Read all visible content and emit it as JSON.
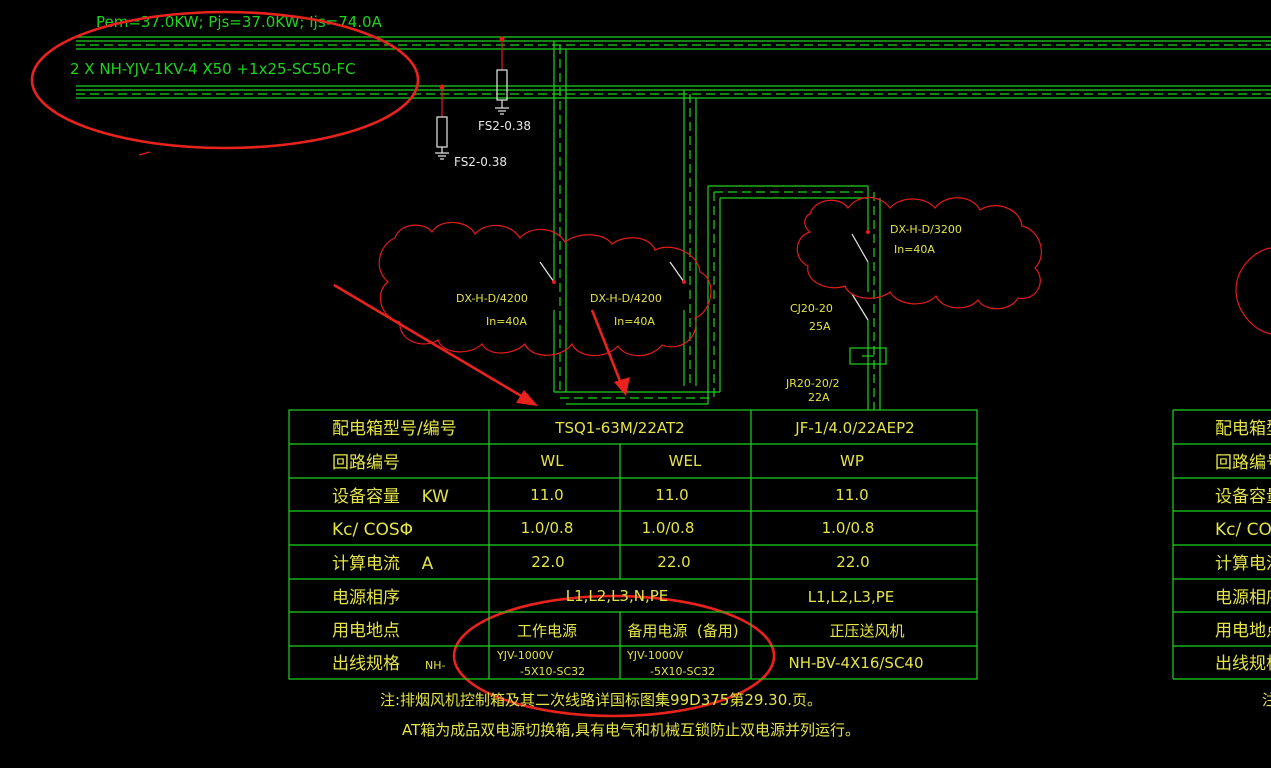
{
  "header": {
    "power_line": "Pem=37.0KW;  Pjs=37.0KW;  Ijs=74.0A",
    "cable_spec": "2 X NH-YJV-1KV-4 X50 +1x25-SC50-FC"
  },
  "arresters": [
    "FS2-0.38",
    "FS2-0.38"
  ],
  "breakers": {
    "left": {
      "model": "DX-H-D/4200",
      "rating": "In=40A"
    },
    "mid": {
      "model": "DX-H-D/4200",
      "rating": "In=40A"
    },
    "right": {
      "model": "DX-H-D/3200",
      "rating": "In=40A"
    }
  },
  "contactor": {
    "model": "CJ20-20",
    "rating": "25A"
  },
  "relay": {
    "model": "JR20-20/2",
    "rating": "22A"
  },
  "table": {
    "row_labels": [
      "配电箱型号/编号",
      "回路编号",
      "设备容量    KW",
      "Kc/ COSΦ",
      "计算电流    A",
      "电源相序",
      "用电地点",
      "出线规格"
    ],
    "box_main": "TSQ1-63M/22AT2",
    "box_fan": "JF-1/4.0/22AEP2",
    "columns": [
      {
        "circuit": "WL",
        "capacity": "11.0",
        "kc": "1.0/0.8",
        "current": "22.0",
        "location": "工作电源",
        "spec_line1": "YJV-1000V",
        "spec_line2": "-5X10-SC32"
      },
      {
        "circuit": "WEL",
        "capacity": "11.0",
        "kc": "1.0/0.8",
        "current": "22.0",
        "location": "备用电源  (备用)",
        "spec_line1": "YJV-1000V",
        "spec_line2": "-5X10-SC32"
      },
      {
        "circuit": "WP",
        "capacity": "11.0",
        "kc": "1.0/0.8",
        "current": "22.0",
        "location": "正压送风机",
        "spec_line1": "NH-BV-4X16/SC40",
        "spec_line2": ""
      }
    ],
    "phase_shared": "L1,L2,L3,N,PE",
    "phase_fan": "L1,L2,L3,PE",
    "spec_prefix": "NH-"
  },
  "right_table": {
    "row_labels": [
      "配电箱型号",
      "回路编号",
      "设备容量",
      "Kc/ COS",
      "计算电流",
      "电源相序",
      "用电地点",
      "出线规格"
    ],
    "note_fragment": "注"
  },
  "notes": [
    "注:排烟风机控制箱及其二次线路详国标图集99D375第29.30.页。",
    "AT箱为成品双电源切换箱,具有电气和机械互锁防止双电源并列运行。"
  ],
  "colors": {
    "background": "#000000",
    "line": "#1ed31e",
    "annotation": "#e31b1b",
    "label": "#e3e34a",
    "text": "#e8e8e8"
  }
}
